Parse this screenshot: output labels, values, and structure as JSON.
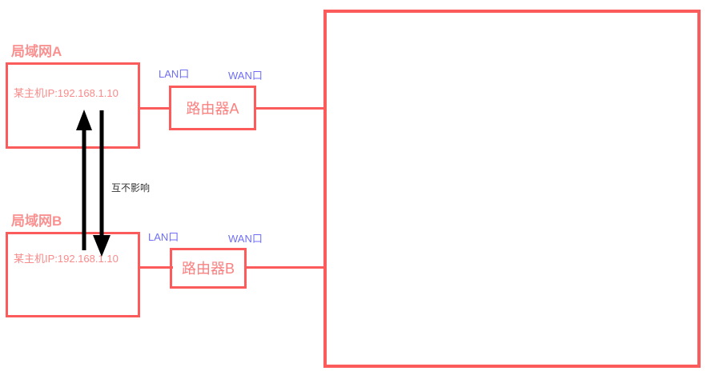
{
  "diagram": {
    "title_present": false,
    "colors": {
      "primary_red": "#fb5b5b",
      "label_salmon": "#fa9191",
      "host_red": "#fb8a8a",
      "router_red": "#fb8080",
      "port_blue": "#6f6ff5",
      "arrow_black": "#000000",
      "note_gray": "#333333",
      "background": "#ffffff"
    },
    "zones": [
      {
        "id": "lan-a",
        "label": "局域网A",
        "host_text": "某主机IP:192.168.1.10"
      },
      {
        "id": "lan-b",
        "label": "局域网B",
        "host_text": "某主机IP:192.168.1.10"
      }
    ],
    "routers": [
      {
        "id": "router-a",
        "label": "路由器A",
        "lan_port_label": "LAN口",
        "wan_port_label": "WAN口"
      },
      {
        "id": "router-b",
        "label": "路由器B",
        "lan_port_label": "LAN口",
        "wan_port_label": "WAN口"
      }
    ],
    "annotation": {
      "text": "互不影响"
    },
    "external_network": {
      "label": ""
    }
  }
}
